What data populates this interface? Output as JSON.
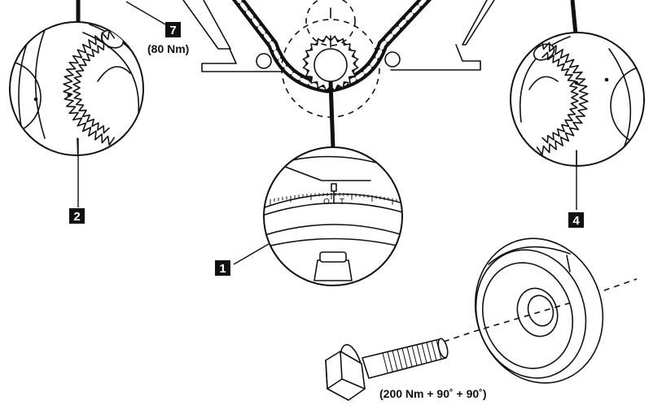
{
  "callouts": {
    "c1": "1",
    "c2": "2",
    "c4": "4",
    "c7": "7"
  },
  "torques": {
    "upper_bolt": "(80 Nm)",
    "crank_bolt": "(200 Nm + 90˚ + 90˚)"
  },
  "timing_mark": {
    "left": "O",
    "right": "T"
  },
  "colors": {
    "ink": "#111111",
    "paper": "#ffffff"
  }
}
